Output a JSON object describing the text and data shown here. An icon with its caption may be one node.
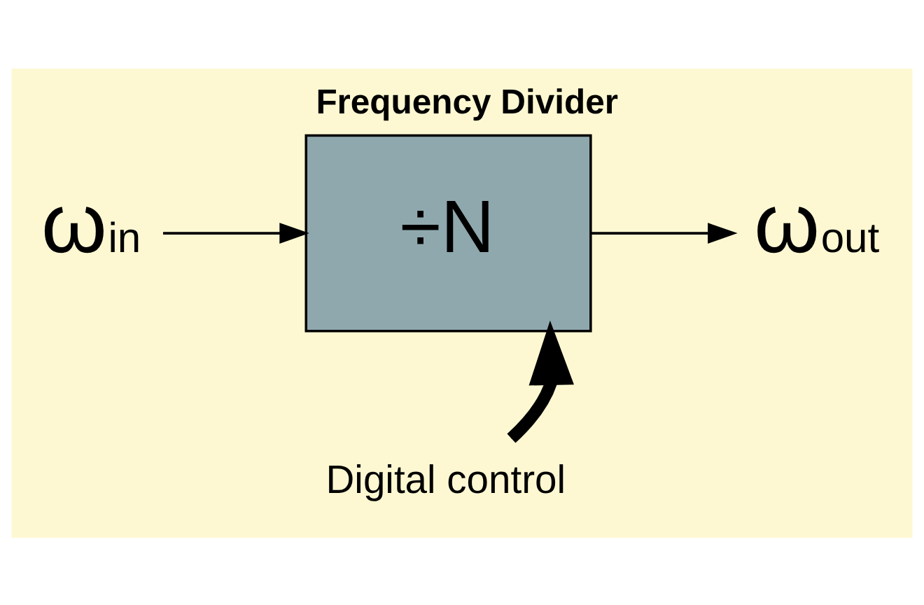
{
  "diagram": {
    "title": "Frequency Divider",
    "nodes": [
      {
        "text": [
          "ω$_{in}$"
        ]
      },
      {
        "text": [
          "÷N"
        ]
      },
      {
        "text": [
          "ω$_{out}$"
        ]
      },
      {
        "text": [
          "Digital control"
        ]
      }
    ],
    "edges": [
      {
        "from": 0,
        "to": 1,
        "arrow": "to"
      },
      {
        "from": 1,
        "to": 2,
        "arrow": "to"
      },
      {
        "from": 3,
        "to": 1,
        "arrow": "to",
        "style": "thick"
      }
    ]
  }
}
